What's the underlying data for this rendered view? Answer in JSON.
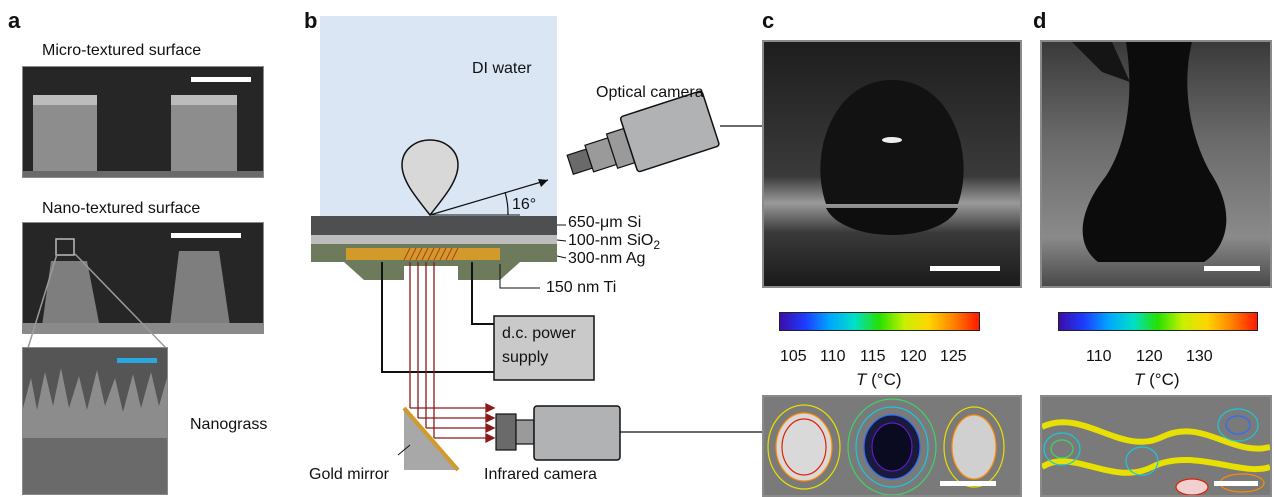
{
  "panels": {
    "a": "a",
    "b": "b",
    "c": "c",
    "d": "d"
  },
  "panel_a": {
    "micro_label": "Micro-textured surface",
    "nano_label": "Nano-textured surface",
    "nanograss_label": "Nanograss"
  },
  "panel_b": {
    "water_label": "DI water",
    "optical_camera_label": "Optical camera",
    "angle_label": "16°",
    "layer_si": "650-μm Si",
    "layer_sio2": "100-nm SiO",
    "layer_sio2_sub": "2",
    "layer_ag": "300-nm Ag",
    "layer_ti": "150 nm Ti",
    "power_line1": "d.c. power",
    "power_line2": "supply",
    "mirror_label": "Gold mirror",
    "ir_camera_label": "Infrared camera"
  },
  "panel_c": {
    "colorbar_ticks": [
      "105",
      "110",
      "115",
      "120",
      "125"
    ],
    "colorbar_title_italic": "T",
    "colorbar_title_unit": " (°C)"
  },
  "panel_d": {
    "colorbar_ticks": [
      "110",
      "120",
      "130"
    ],
    "colorbar_title_italic": "T",
    "colorbar_title_unit": " (°C)"
  },
  "colors": {
    "water": "#dbe6f5",
    "si": "#4d4f51",
    "sio2": "#bdbdbd",
    "substrate": "#6e7a5c",
    "gold": "#d19a2b",
    "ir_beam": "#8b1a1a",
    "camera_body": "#b0b2b4",
    "power_box": "#c9c9c9"
  }
}
